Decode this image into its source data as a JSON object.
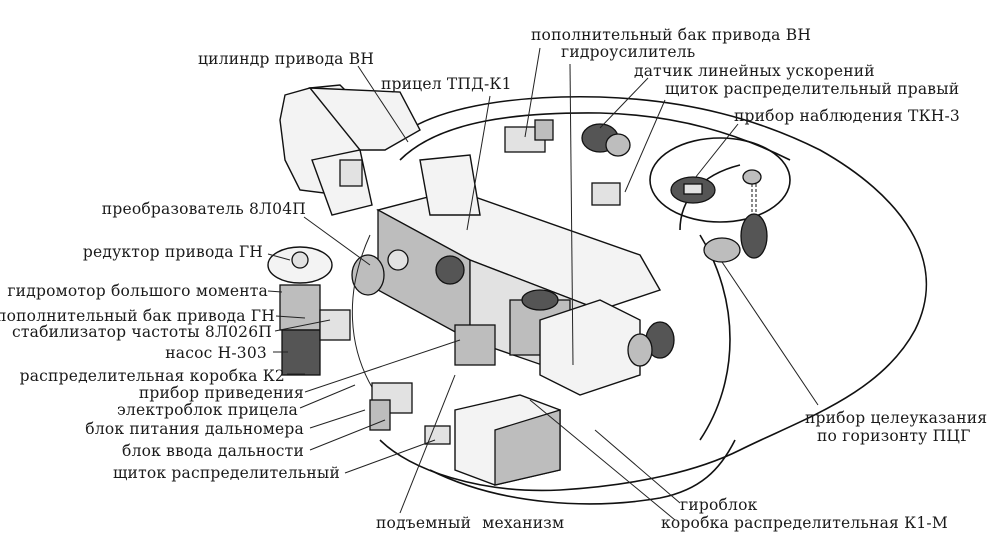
{
  "figure": {
    "title": "Размещение оборудования в башне",
    "labels": {
      "cylinder_vn": "цилиндр привода ВН",
      "sight_tpd": "прицел ТПД-К1",
      "aux_tank_vn": "пополнительный бак привода ВН",
      "hydro_booster": "гидроусилитель",
      "linear_accel_sensor": "датчик линейных ускорений",
      "dist_panel_right": "щиток распределительный правый",
      "tkn3": "прибор наблюдения ТКН-3",
      "converter": "преобразователь 8Л04П",
      "gn_reducer": "редуктор привода ГН",
      "hydromotor": "гидромотор большого момента",
      "aux_tank_gn": "пополнительный бак привода ГН",
      "freq_stabilizer": "стабилизатор частоты 8Л026П",
      "pump": "насос Н-303",
      "dist_box_k2": "распределительная коробка К2",
      "alignment_device": "прибор приведения",
      "sight_electroblock": "электроблок прицела",
      "rangefinder_power": "блок питания дальномера",
      "range_input": "блок ввода дальности",
      "dist_panel": "щиток распределительный",
      "lifting_mechanism": "подъемный механизм",
      "gyroblock": "гироблок",
      "dist_box_k1m": "коробка распределительная К1-М",
      "pcg_line1": "прибор целеуказания",
      "pcg_line2": "по горизонту ПЦГ"
    }
  }
}
